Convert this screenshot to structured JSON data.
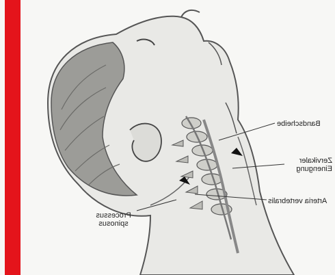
{
  "diagram": {
    "labels": {
      "bandscheibe": "Bandscheibe",
      "nerv": "Zervikaler\nEinengung",
      "arteria": "Arteria vertebralis",
      "processus": "Processus\nspinosus"
    },
    "colors": {
      "accent_bar": "#e4141b",
      "ink": "#333333",
      "paper": "#f7f7f5"
    }
  }
}
